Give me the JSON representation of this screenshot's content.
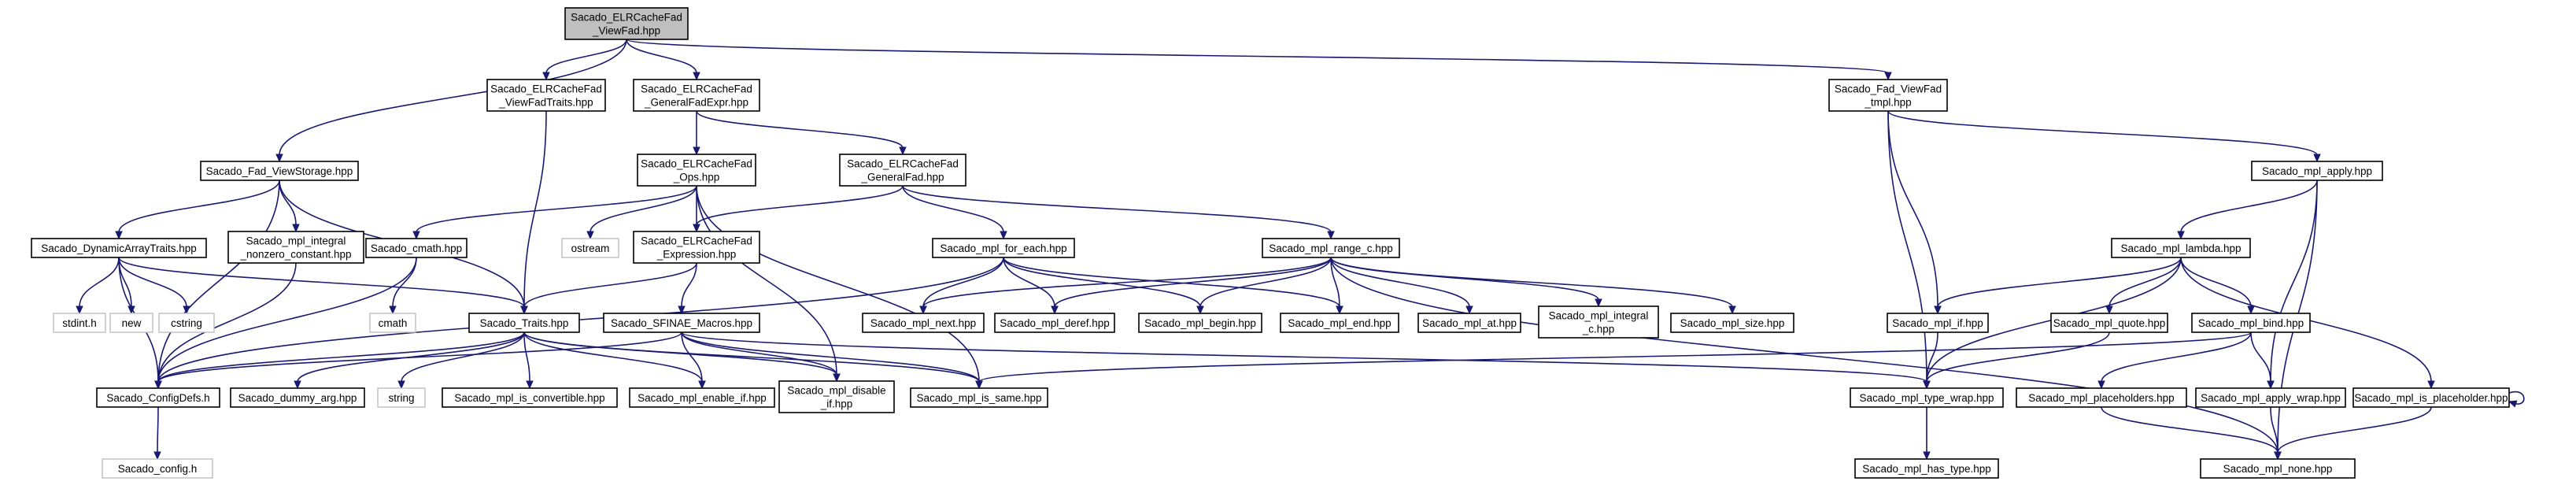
{
  "graph": {
    "colors": {
      "edge": "#191970",
      "root_fill": "#bfbfbf",
      "system_border": "#bfbfbf",
      "node_border": "#000000"
    },
    "nodes": [
      {
        "id": "root",
        "lines": [
          "Sacado_ELRCacheFad",
          "_ViewFad.hpp"
        ],
        "kind": "root"
      },
      {
        "id": "vfadtraits",
        "lines": [
          "Sacado_ELRCacheFad",
          "_ViewFadTraits.hpp"
        ],
        "kind": "file"
      },
      {
        "id": "genfadexpr",
        "lines": [
          "Sacado_ELRCacheFad",
          "_GeneralFadExpr.hpp"
        ],
        "kind": "file"
      },
      {
        "id": "fadviewfadtmpl",
        "lines": [
          "Sacado_Fad_ViewFad",
          "_tmpl.hpp"
        ],
        "kind": "file"
      },
      {
        "id": "viewstorage",
        "lines": [
          "Sacado_Fad_ViewStorage.hpp"
        ],
        "kind": "file"
      },
      {
        "id": "ops",
        "lines": [
          "Sacado_ELRCacheFad",
          "_Ops.hpp"
        ],
        "kind": "file"
      },
      {
        "id": "genfad",
        "lines": [
          "Sacado_ELRCacheFad",
          "_GeneralFad.hpp"
        ],
        "kind": "file"
      },
      {
        "id": "mplapply",
        "lines": [
          "Sacado_mpl_apply.hpp"
        ],
        "kind": "file"
      },
      {
        "id": "dynarray",
        "lines": [
          "Sacado_DynamicArrayTraits.hpp"
        ],
        "kind": "file"
      },
      {
        "id": "intnonzero",
        "lines": [
          "Sacado_mpl_integral",
          "_nonzero_constant.hpp"
        ],
        "kind": "file"
      },
      {
        "id": "cmathhpp",
        "lines": [
          "Sacado_cmath.hpp"
        ],
        "kind": "file"
      },
      {
        "id": "ostream",
        "lines": [
          "ostream"
        ],
        "kind": "system"
      },
      {
        "id": "expression",
        "lines": [
          "Sacado_ELRCacheFad",
          "_Expression.hpp"
        ],
        "kind": "file"
      },
      {
        "id": "foreach",
        "lines": [
          "Sacado_mpl_for_each.hpp"
        ],
        "kind": "file"
      },
      {
        "id": "rangec",
        "lines": [
          "Sacado_mpl_range_c.hpp"
        ],
        "kind": "file"
      },
      {
        "id": "lambda",
        "lines": [
          "Sacado_mpl_lambda.hpp"
        ],
        "kind": "file"
      },
      {
        "id": "stdint",
        "lines": [
          "stdint.h"
        ],
        "kind": "system"
      },
      {
        "id": "new",
        "lines": [
          "new"
        ],
        "kind": "system"
      },
      {
        "id": "cstring",
        "lines": [
          "cstring"
        ],
        "kind": "system"
      },
      {
        "id": "cmath",
        "lines": [
          "cmath"
        ],
        "kind": "system"
      },
      {
        "id": "traits",
        "lines": [
          "Sacado_Traits.hpp"
        ],
        "kind": "file"
      },
      {
        "id": "sfinae",
        "lines": [
          "Sacado_SFINAE_Macros.hpp"
        ],
        "kind": "file"
      },
      {
        "id": "next",
        "lines": [
          "Sacado_mpl_next.hpp"
        ],
        "kind": "file"
      },
      {
        "id": "deref",
        "lines": [
          "Sacado_mpl_deref.hpp"
        ],
        "kind": "file"
      },
      {
        "id": "begin",
        "lines": [
          "Sacado_mpl_begin.hpp"
        ],
        "kind": "file"
      },
      {
        "id": "end",
        "lines": [
          "Sacado_mpl_end.hpp"
        ],
        "kind": "file"
      },
      {
        "id": "at",
        "lines": [
          "Sacado_mpl_at.hpp"
        ],
        "kind": "file"
      },
      {
        "id": "integralc",
        "lines": [
          "Sacado_mpl_integral",
          "_c.hpp"
        ],
        "kind": "file"
      },
      {
        "id": "size",
        "lines": [
          "Sacado_mpl_size.hpp"
        ],
        "kind": "file"
      },
      {
        "id": "mplif",
        "lines": [
          "Sacado_mpl_if.hpp"
        ],
        "kind": "file"
      },
      {
        "id": "quote",
        "lines": [
          "Sacado_mpl_quote.hpp"
        ],
        "kind": "file"
      },
      {
        "id": "bind",
        "lines": [
          "Sacado_mpl_bind.hpp"
        ],
        "kind": "file"
      },
      {
        "id": "configdefs",
        "lines": [
          "Sacado_ConfigDefs.h"
        ],
        "kind": "file"
      },
      {
        "id": "dummyarg",
        "lines": [
          "Sacado_dummy_arg.hpp"
        ],
        "kind": "file"
      },
      {
        "id": "string",
        "lines": [
          "string"
        ],
        "kind": "system"
      },
      {
        "id": "isconvertible",
        "lines": [
          "Sacado_mpl_is_convertible.hpp"
        ],
        "kind": "file"
      },
      {
        "id": "enableif",
        "lines": [
          "Sacado_mpl_enable_if.hpp"
        ],
        "kind": "file"
      },
      {
        "id": "disableif",
        "lines": [
          "Sacado_mpl_disable",
          "_if.hpp"
        ],
        "kind": "file"
      },
      {
        "id": "issame",
        "lines": [
          "Sacado_mpl_is_same.hpp"
        ],
        "kind": "file"
      },
      {
        "id": "typewrap",
        "lines": [
          "Sacado_mpl_type_wrap.hpp"
        ],
        "kind": "file"
      },
      {
        "id": "placeholders",
        "lines": [
          "Sacado_mpl_placeholders.hpp"
        ],
        "kind": "file"
      },
      {
        "id": "applywrap",
        "lines": [
          "Sacado_mpl_apply_wrap.hpp"
        ],
        "kind": "file"
      },
      {
        "id": "isplaceholder",
        "lines": [
          "Sacado_mpl_is_placeholder.hpp"
        ],
        "kind": "file"
      },
      {
        "id": "configh",
        "lines": [
          "Sacado_config.h"
        ],
        "kind": "system"
      },
      {
        "id": "hastype",
        "lines": [
          "Sacado_mpl_has_type.hpp"
        ],
        "kind": "file"
      },
      {
        "id": "none",
        "lines": [
          "Sacado_mpl_none.hpp"
        ],
        "kind": "file"
      }
    ],
    "edges": [
      [
        "root",
        "vfadtraits"
      ],
      [
        "root",
        "genfadexpr"
      ],
      [
        "root",
        "fadviewfadtmpl"
      ],
      [
        "root",
        "viewstorage"
      ],
      [
        "vfadtraits",
        "traits"
      ],
      [
        "genfadexpr",
        "ops"
      ],
      [
        "genfadexpr",
        "genfad"
      ],
      [
        "viewstorage",
        "dynarray"
      ],
      [
        "viewstorage",
        "intnonzero"
      ],
      [
        "viewstorage",
        "traits"
      ],
      [
        "viewstorage",
        "configdefs"
      ],
      [
        "dynarray",
        "stdint"
      ],
      [
        "dynarray",
        "new"
      ],
      [
        "dynarray",
        "cstring"
      ],
      [
        "dynarray",
        "traits"
      ],
      [
        "dynarray",
        "configdefs"
      ],
      [
        "intnonzero",
        "configdefs"
      ],
      [
        "ops",
        "cmathhpp"
      ],
      [
        "ops",
        "ostream"
      ],
      [
        "ops",
        "expression"
      ],
      [
        "ops",
        "disableif"
      ],
      [
        "ops",
        "issame"
      ],
      [
        "cmathhpp",
        "cmath"
      ],
      [
        "cmathhpp",
        "configdefs"
      ],
      [
        "expression",
        "traits"
      ],
      [
        "expression",
        "sfinae"
      ],
      [
        "genfad",
        "expression"
      ],
      [
        "genfad",
        "foreach"
      ],
      [
        "genfad",
        "rangec"
      ],
      [
        "foreach",
        "configdefs"
      ],
      [
        "foreach",
        "next"
      ],
      [
        "foreach",
        "deref"
      ],
      [
        "foreach",
        "begin"
      ],
      [
        "foreach",
        "end"
      ],
      [
        "rangec",
        "next"
      ],
      [
        "rangec",
        "deref"
      ],
      [
        "rangec",
        "begin"
      ],
      [
        "rangec",
        "end"
      ],
      [
        "rangec",
        "at"
      ],
      [
        "rangec",
        "integralc"
      ],
      [
        "rangec",
        "size"
      ],
      [
        "rangec",
        "none"
      ],
      [
        "traits",
        "configdefs"
      ],
      [
        "traits",
        "dummyarg"
      ],
      [
        "traits",
        "string"
      ],
      [
        "traits",
        "isconvertible"
      ],
      [
        "traits",
        "enableif"
      ],
      [
        "traits",
        "disableif"
      ],
      [
        "traits",
        "issame"
      ],
      [
        "sfinae",
        "enableif"
      ],
      [
        "sfinae",
        "disableif"
      ],
      [
        "sfinae",
        "issame"
      ],
      [
        "sfinae",
        "typewrap"
      ],
      [
        "sfinae",
        "configdefs"
      ],
      [
        "configdefs",
        "configh"
      ],
      [
        "fadviewfadtmpl",
        "mplapply"
      ],
      [
        "fadviewfadtmpl",
        "mplif"
      ],
      [
        "fadviewfadtmpl",
        "typewrap"
      ],
      [
        "mplapply",
        "lambda"
      ],
      [
        "mplapply",
        "applywrap"
      ],
      [
        "mplapply",
        "none"
      ],
      [
        "lambda",
        "mplif"
      ],
      [
        "lambda",
        "quote"
      ],
      [
        "lambda",
        "bind"
      ],
      [
        "lambda",
        "isplaceholder"
      ],
      [
        "lambda",
        "typewrap"
      ],
      [
        "mplif",
        "typewrap"
      ],
      [
        "quote",
        "typewrap"
      ],
      [
        "bind",
        "placeholders"
      ],
      [
        "bind",
        "applywrap"
      ],
      [
        "bind",
        "issame"
      ],
      [
        "typewrap",
        "hastype"
      ],
      [
        "placeholders",
        "none"
      ],
      [
        "applywrap",
        "none"
      ],
      [
        "isplaceholder",
        "none"
      ],
      [
        "isplaceholder",
        "isplaceholder"
      ]
    ]
  }
}
